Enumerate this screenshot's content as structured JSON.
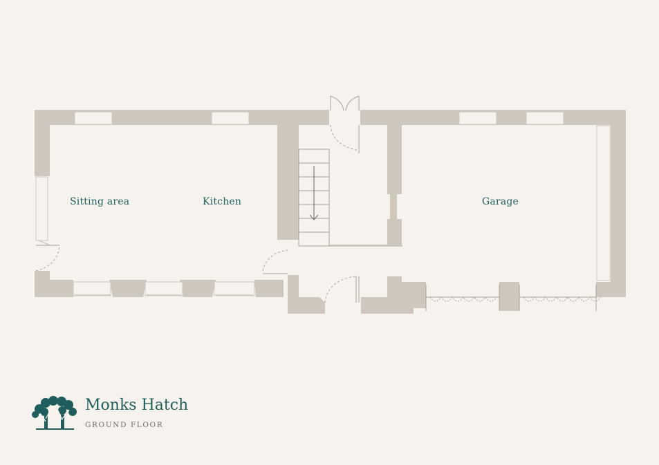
{
  "rooms": {
    "sitting_area": "Sitting area",
    "kitchen": "Kitchen",
    "garage": "Garage"
  },
  "brand": {
    "name": "Monks Hatch",
    "floor": "GROUND FLOOR",
    "icon": "tree-icon"
  },
  "colors": {
    "background": "#f6f3ef",
    "wall": "#cdc7be",
    "label": "#1f5e5c",
    "subtitle": "#6f6c68"
  }
}
